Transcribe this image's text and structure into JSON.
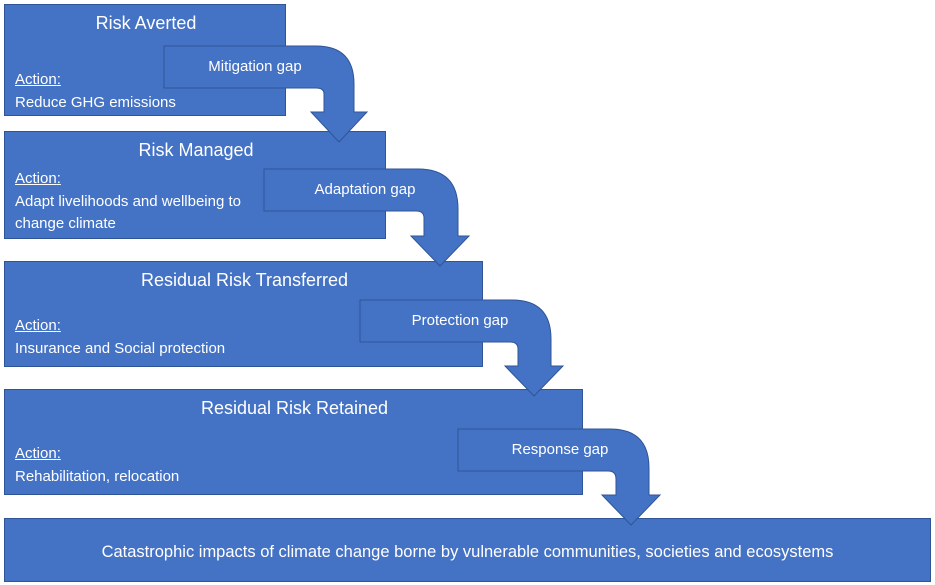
{
  "stages": [
    {
      "title": "Risk Averted",
      "action_label": "Action",
      "action_text": [
        "Reduce GHG emissions"
      ],
      "gap": "Mitigation gap"
    },
    {
      "title": "Risk Managed",
      "action_label": "Action",
      "action_text": [
        "Adapt livelihoods and wellbeing to",
        "change climate"
      ],
      "gap": "Adaptation gap"
    },
    {
      "title": "Residual Risk Transferred",
      "action_label": "Action",
      "action_text": [
        "Insurance and Social protection"
      ],
      "gap": "Protection gap"
    },
    {
      "title": "Residual Risk Retained",
      "action_label": "Action",
      "action_text": [
        "Rehabilitation, relocation"
      ],
      "gap": "Response gap"
    }
  ],
  "final": {
    "text": "Catastrophic impacts of climate change borne by vulnerable communities, societies and ecosystems"
  },
  "colors": {
    "box_fill": "#4472C4",
    "box_border": "#2F5597",
    "text": "#ffffff"
  }
}
